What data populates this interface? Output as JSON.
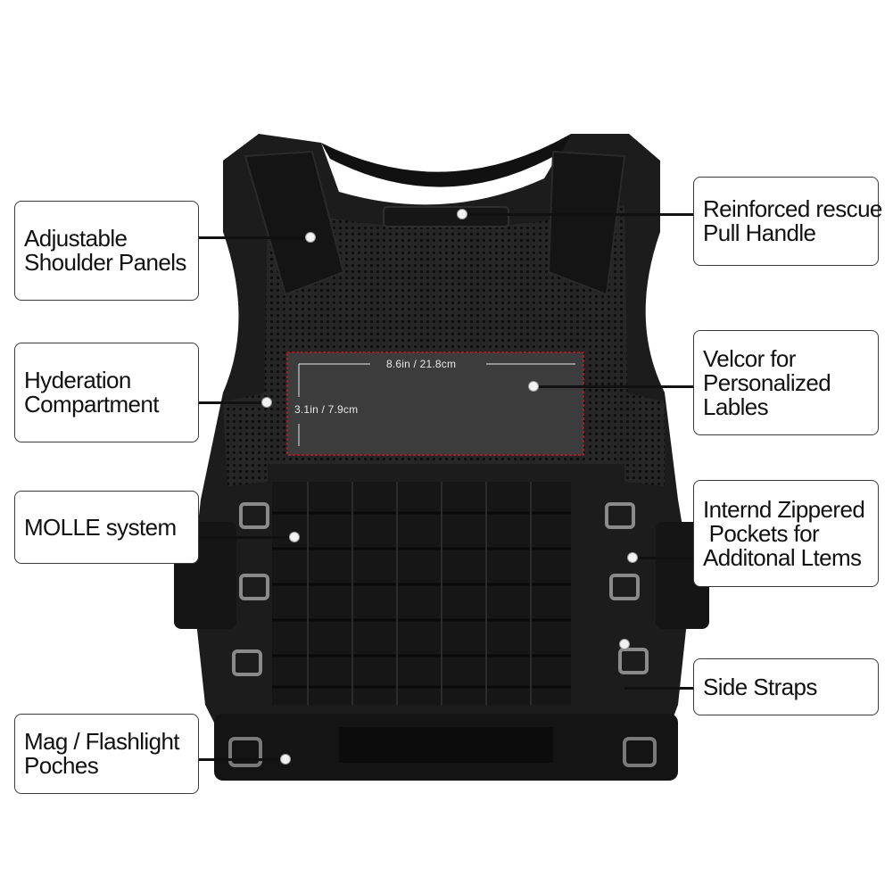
{
  "callouts": {
    "shoulder": [
      "Adjustable",
      "Shoulder Panels"
    ],
    "handle": [
      "Reinforced rescue",
      "Pull Handle"
    ],
    "hydration": [
      "Hyderation",
      "Compartment"
    ],
    "velcro": [
      "Velcor for",
      "Personalized",
      "Lables"
    ],
    "molle": [
      "MOLLE system"
    ],
    "zipper": [
      "Internd Zippered",
      " Pockets for",
      "Additonal Ltems"
    ],
    "straps": [
      "Side Straps"
    ],
    "mag": [
      "Mag / Flashlight",
      "Poches"
    ]
  },
  "dimensions": {
    "width": "8.6in / 21.8cm",
    "height": "3.1in / 7.9cm"
  },
  "colors": {
    "vest": "#1c1c1c",
    "mesh": "#262626",
    "velcro_panel": "#3c3c3c",
    "outline": "#c0182b"
  }
}
